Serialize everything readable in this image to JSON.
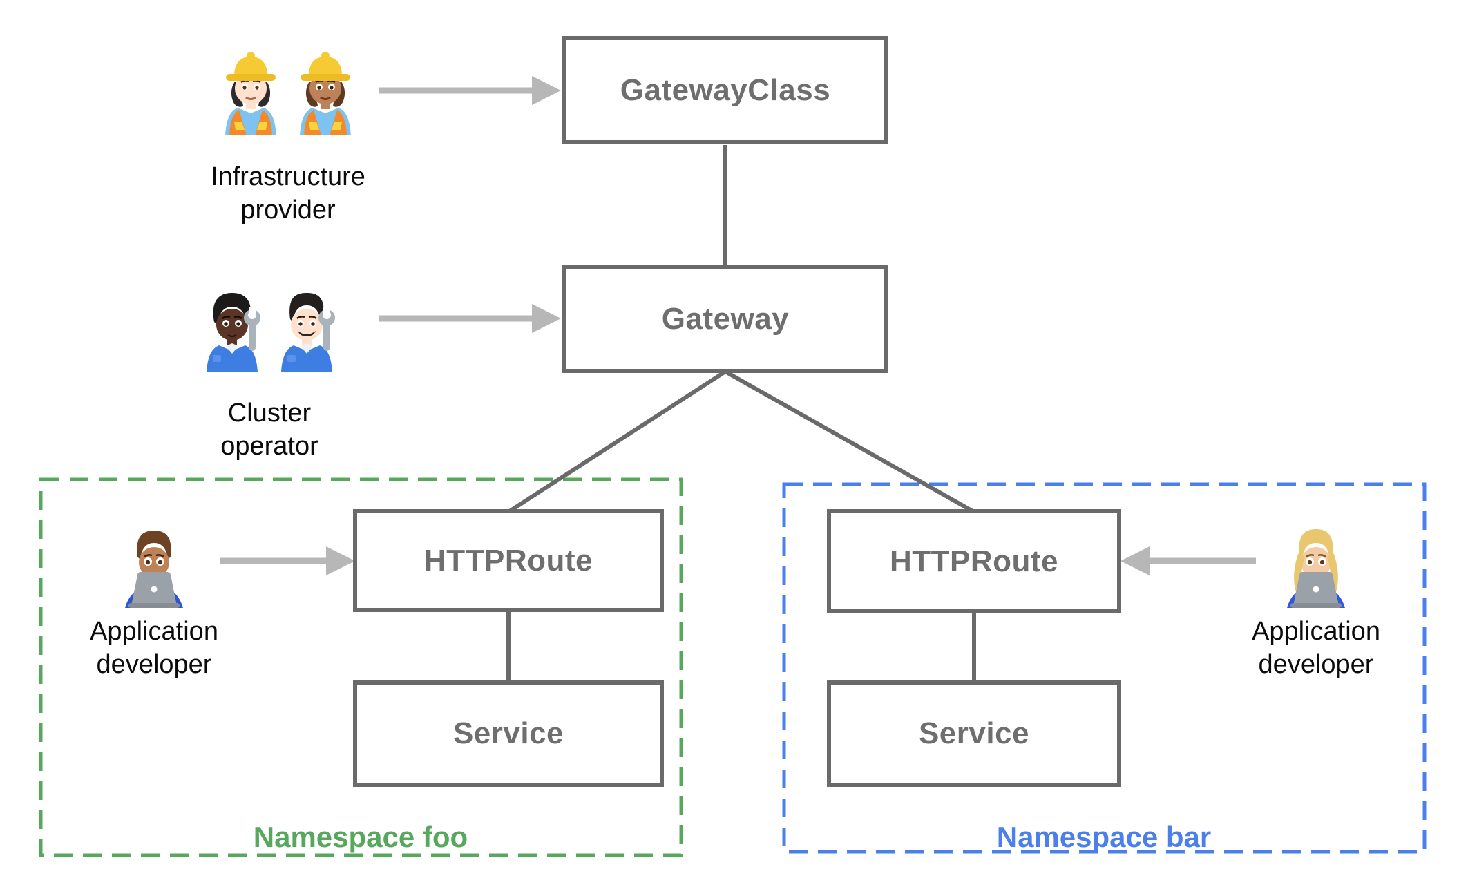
{
  "theme": {
    "line-gray": "#6a6a6a",
    "box-text-gray": "#6e6e6e",
    "arrow-gray": "#b7b7b7",
    "namespace-foo-green": "#57a75c",
    "namespace-bar-blue": "#4b7fe9",
    "label-black": "#0b0b0b",
    "background": "#ffffff"
  },
  "boxes": {
    "gateway_class": {
      "label": "GatewayClass"
    },
    "gateway": {
      "label": "Gateway"
    },
    "httproute_foo": {
      "label": "HTTPRoute"
    },
    "service_foo": {
      "label": "Service"
    },
    "httproute_bar": {
      "label": "HTTPRoute"
    },
    "service_bar": {
      "label": "Service"
    }
  },
  "namespaces": {
    "foo": {
      "label": "Namespace foo",
      "color": "#57a75c"
    },
    "bar": {
      "label": "Namespace bar",
      "color": "#4b7fe9"
    }
  },
  "personas": {
    "infrastructure_provider": {
      "line1": "Infrastructure",
      "line2": "provider",
      "icons": [
        "woman-construction-worker-light-emoji",
        "woman-construction-worker-medium-emoji"
      ],
      "emoji_chars": [
        "👷🏻‍♀️",
        "👷🏽‍♀️"
      ]
    },
    "cluster_operator": {
      "line1": "Cluster",
      "line2": "operator",
      "icons": [
        "person-mechanic-dark-emoji",
        "man-mechanic-light-emoji"
      ],
      "emoji_chars": [
        "🧑🏿‍🔧",
        "👨🏻‍🔧"
      ]
    },
    "app_developer_foo": {
      "line1": "Application",
      "line2": "developer",
      "icons": [
        "man-technologist-medium-emoji"
      ],
      "emoji_chars": [
        "👨🏽‍💻"
      ]
    },
    "app_developer_bar": {
      "line1": "Application",
      "line2": "developer",
      "icons": [
        "woman-technologist-light-emoji"
      ],
      "emoji_chars": [
        "👩🏼‍💻"
      ]
    }
  }
}
